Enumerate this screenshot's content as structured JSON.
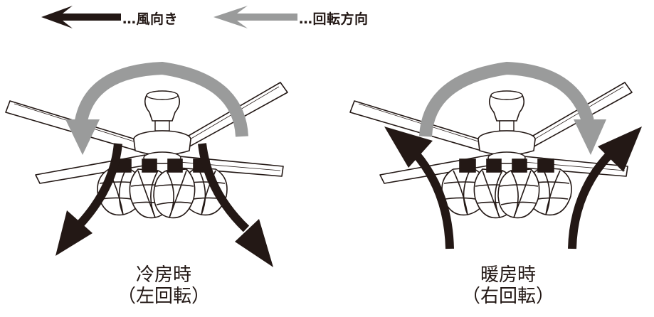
{
  "legend": {
    "wind_label": "…風向き",
    "rotation_label": "…回転方向",
    "wind_color": "#231815",
    "rotation_color": "#9a9b9b"
  },
  "modes": [
    {
      "title": "冷房時",
      "direction": "（左回転）",
      "rotation": "counterclockwise",
      "airflow": "down"
    },
    {
      "title": "暖房時",
      "direction": "（右回転）",
      "rotation": "clockwise",
      "airflow": "up"
    }
  ]
}
